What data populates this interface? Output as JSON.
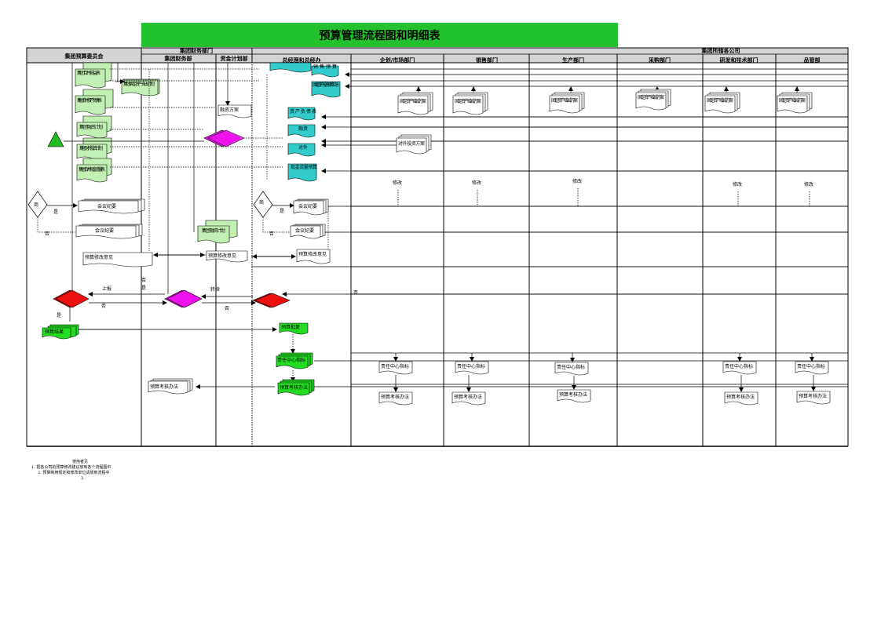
{
  "title": "预算管理流程图和明细表",
  "colors": {
    "title_bg": "#22c22e",
    "header_bg": "#d4d4d4",
    "doc_light_green": "#c2f0b4",
    "doc_green": "#22dd22",
    "doc_cyan": "#33cccc",
    "decision_magenta": "#ee11ee",
    "decision_red": "#ee1111",
    "start_triangle": "#22bb22"
  },
  "headers": {
    "committee": "集团预算委员会",
    "finance_dept_group": "集团财务部门",
    "finance_dept": "集团财务部",
    "capital_plan": "资金计划部",
    "subsidiaries": "集团所辖各公司",
    "gm_office": "总经理和总经办",
    "planning_market": "企划/市场部门",
    "sales": "销售部门",
    "production": "生产部门",
    "purchasing": "采购部门",
    "rnd": "研发和技术部门",
    "quality": "品管部"
  },
  "nodes": {
    "group_income_stmt": "集团合并损益表",
    "group_fixed_asset_plan": "集团固定资产支出计划",
    "group_balance_sheet": "集团合并资产负债表",
    "group_financing_plan": "集团融资计划",
    "group_invest_plan": "集团对外投资计划",
    "group_cash_flow": "集团合并现金流量表",
    "budget_proposal": "融资方案",
    "gm_sales_budget": "销售预算",
    "gm_fixed_asset_summary": "固定资产投资预算汇总",
    "gm_asset_liability": "资产负债表",
    "gm_financing": "融资",
    "gm_external": "对外",
    "gm_cash_budget": "现金流量预算",
    "fa_plan_planning": "固定资产增减方案",
    "fa_plan_sales": "固定资产增减方案",
    "fa_plan_production": "固定资产增减方案",
    "fa_plan_purchasing": "固定资产增减方案",
    "fa_plan_rnd": "固定资产增减方案",
    "fa_plan_quality": "固定资产增减方案",
    "external_invest_plan": "对外投资方案",
    "modify_planning": "修改",
    "modify_sales": "修改",
    "modify_production": "修改",
    "modify_rnd": "修改",
    "modify_quality": "修改",
    "decision_committee": "商",
    "decision_gm": "商",
    "yes": "是",
    "no": "否",
    "meeting_minutes_1": "会议纪要",
    "meeting_minutes_2": "会议纪要",
    "meeting_minutes_3": "会议纪要",
    "meeting_minutes_4": "会议纪要",
    "group_financing_plan_2": "集团融资计划",
    "budget_revision_1": "预算修改意见",
    "budget_revision_2": "预算修改意见",
    "budget_revision_3": "预算修改意见",
    "report_up": "上报",
    "transfer": "转续",
    "budget_final": "预算结果",
    "budget_approved": "预算批复",
    "resp_center_index": "责任中心指标",
    "budget_assess_method": "预算考核办法",
    "resp_center_planning": "责任中心指标",
    "resp_center_sales": "责任中心指标",
    "resp_center_production": "责任中心指标",
    "resp_center_rnd": "责任中心指标",
    "resp_center_quality": "责任中心指标",
    "assess_planning": "预算考核办法",
    "assess_sales": "预算考核办法",
    "assess_production": "预算考核办法",
    "assess_rnd": "预算考核办法",
    "assess_quality": "预算考核办法",
    "assess_finance": "预算考核办法"
  },
  "notes": {
    "heading": "使用者见",
    "line1": "1.  把各公司的预算修改建议放到各个流程图中",
    "line2": "2.  预算制用规定和修改单位请放到流程中",
    "line3": "3."
  }
}
